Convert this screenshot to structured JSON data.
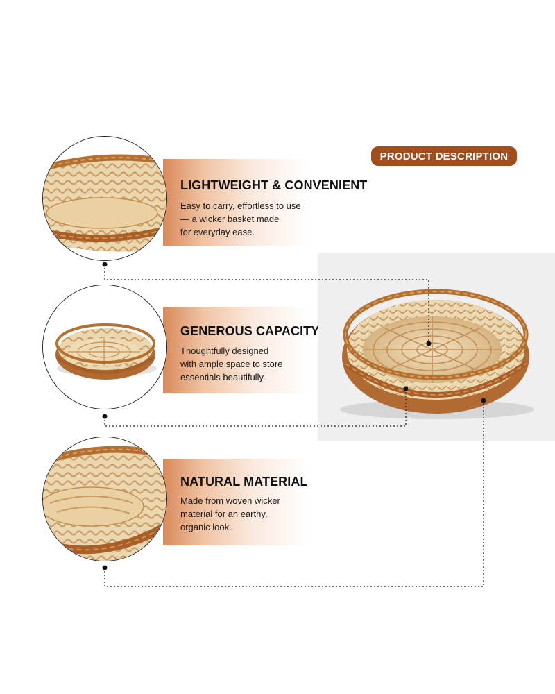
{
  "badge": {
    "label": "PRODUCT DESCRIPTION"
  },
  "features": [
    {
      "title": "LIGHTWEIGHT & CONVENIENT",
      "lines": [
        "Easy to carry, effortless to use",
        "— a wicker basket made",
        "for everyday ease."
      ]
    },
    {
      "title": "GENEROUS CAPACITY",
      "lines": [
        "Thoughtfully designed",
        "with ample space to store",
        "essentials beautifully."
      ]
    },
    {
      "title": "NATURAL MATERIAL",
      "lines": [
        "Made from woven wicker",
        "material for an earthy,",
        "organic look."
      ]
    }
  ],
  "colors": {
    "accent": "#a24d1b",
    "band_start": "#d9895a",
    "wicker_dark": "#b06a32",
    "wicker_light": "#ead7b0"
  }
}
